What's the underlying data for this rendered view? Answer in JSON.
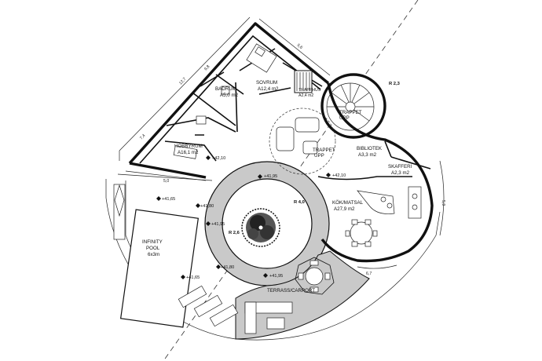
{
  "rooms": {
    "badrum": {
      "name": "BADRUM",
      "area": "A5,0 m2"
    },
    "sovrum": {
      "name": "SOVRUM",
      "area": "A12,4 m2"
    },
    "hobbyrum": {
      "name": "HOBBYRUM",
      "area": "A16,1 m2"
    },
    "trapphus": {
      "name": "TRAPPHUS",
      "area": "A2,4 m2"
    },
    "trappet": {
      "name": "TRAPPET",
      "note": "UPP"
    },
    "trappet2": {
      "name": "TRAPPET",
      "note": "UPP"
    },
    "bibliotek": {
      "name": "BIBLIOTEK",
      "area": "A3,3 m2"
    },
    "skafferi": {
      "name": "SKAFFERI",
      "area": "A2,3 m2"
    },
    "kok": {
      "name": "KÖK/MATSAL",
      "area": "A27,9 m2"
    },
    "pool": {
      "name": "INFINITY",
      "name2": "POOL",
      "size": "6x3m"
    },
    "terrass": {
      "name": "TERRASS/CARPORT"
    }
  },
  "levels": [
    "+42,10",
    "+42,10",
    "+41,95",
    "+41,65",
    "+41,80",
    "+41,95",
    "+41,80",
    "+41,65",
    "+41,95"
  ],
  "radii": [
    "R 2,3",
    "R 4,0",
    "R 2,6"
  ],
  "dimensions": [
    "5,6",
    "12,7",
    "9,8",
    "7,4",
    "5,0",
    "5,9",
    "6,7"
  ]
}
